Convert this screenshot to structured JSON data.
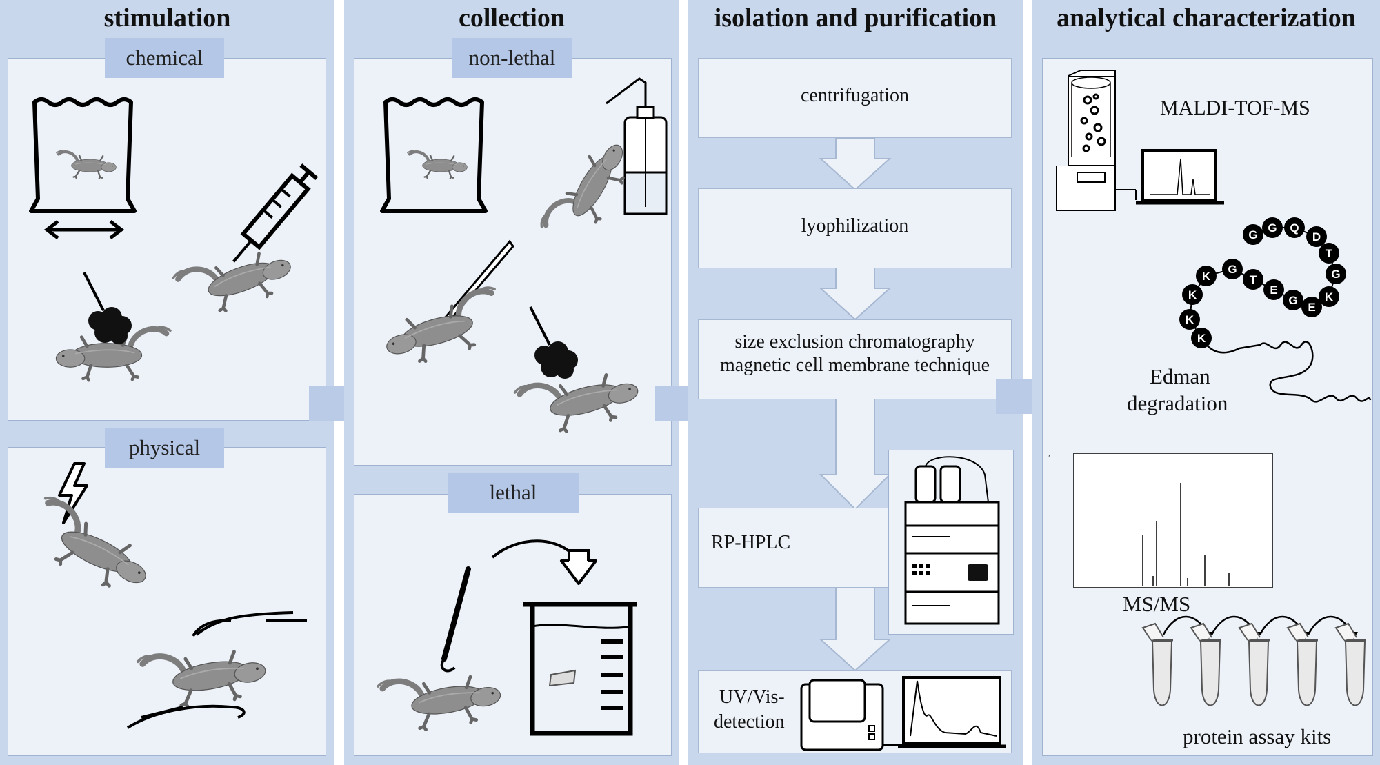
{
  "columns": {
    "stimulation": {
      "title": "stimulation",
      "tags": {
        "chemical": "chemical",
        "physical": "physical"
      }
    },
    "collection": {
      "title": "collection",
      "tags": {
        "non_lethal": "non-lethal",
        "lethal": "lethal"
      }
    },
    "isolation": {
      "title": "isolation and purification",
      "steps": {
        "centrifugation": "centrifugation",
        "lyophilization": "lyophilization",
        "sec_line1": "size exclusion chromatography",
        "sec_line2": "magnetic cell membrane technique",
        "rp_hplc": "RP-HPLC",
        "uv_line1": "UV/Vis-",
        "uv_line2": "detection"
      }
    },
    "analytical": {
      "title": "analytical characterization",
      "labels": {
        "maldi": "MALDI-TOF-MS",
        "edman_line1": "Edman",
        "edman_line2": "degradation",
        "msms": "MS/MS",
        "protein_kits": "protein assay kits"
      },
      "peptide_residues": [
        "K",
        "K",
        "K",
        "K",
        "G",
        "T",
        "E",
        "G",
        "E",
        "K",
        "G",
        "T",
        "D",
        "Q",
        "G",
        "G"
      ]
    }
  },
  "colors": {
    "column_bg": "#c9d7ec",
    "panel_bg": "#edf2f9",
    "tag_bg": "#b4c7e6",
    "flow_arrow": "#b9cbe6",
    "animal": "#8c8c8c"
  }
}
